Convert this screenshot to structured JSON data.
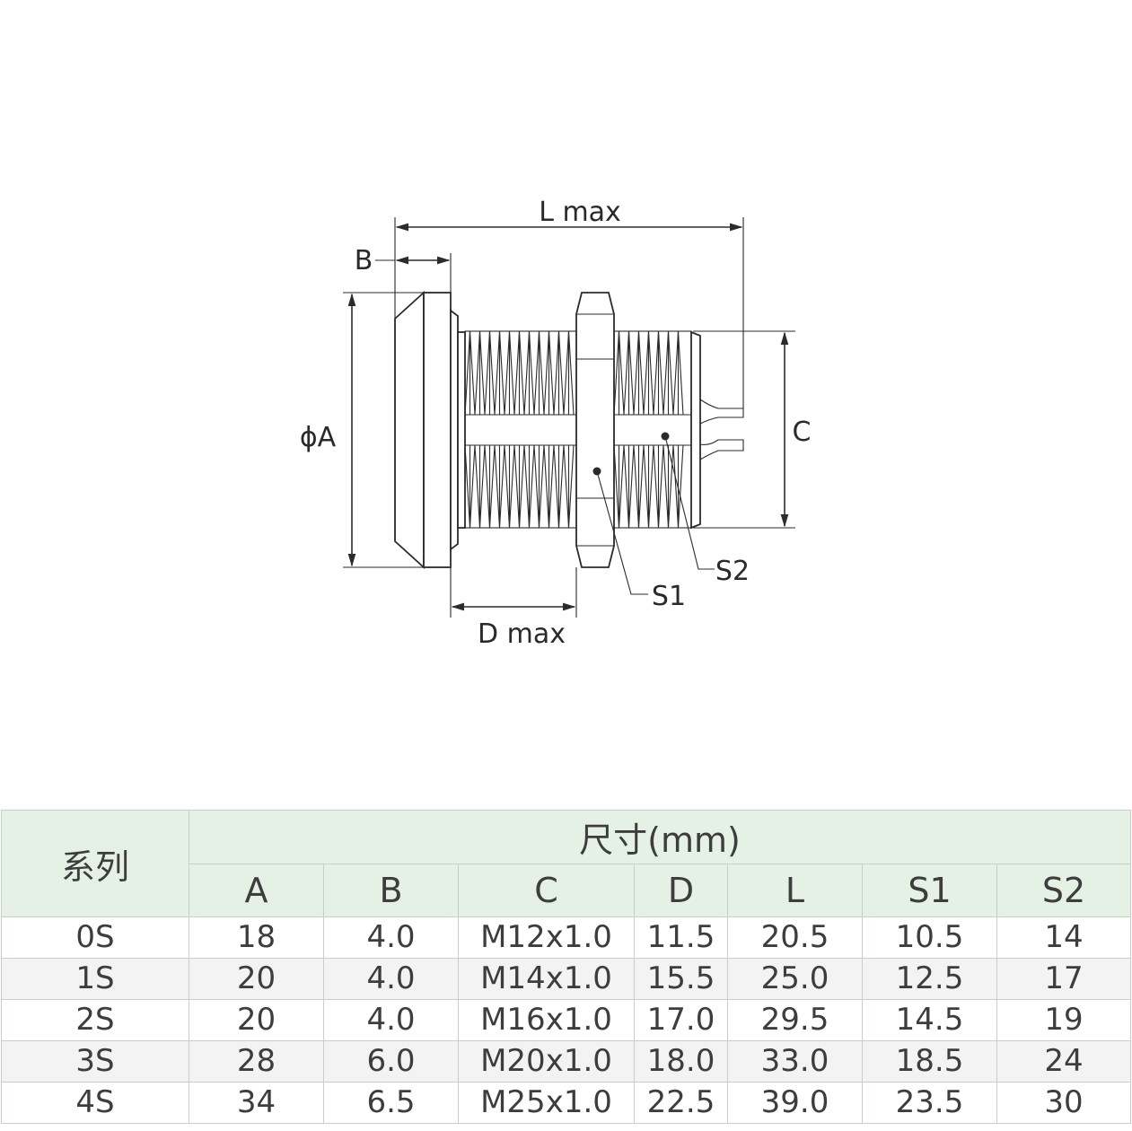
{
  "drawing": {
    "labels": {
      "l_max": "L max",
      "b": "B",
      "phi_a": "ϕA",
      "c": "C",
      "d_max": "D max",
      "s1": "S1",
      "s2": "S2"
    }
  },
  "table": {
    "series_header": "系列",
    "group_header": "尺寸(mm)",
    "columns": [
      "A",
      "B",
      "C",
      "D",
      "L",
      "S1",
      "S2"
    ],
    "rows": [
      {
        "series": "0S",
        "values": [
          "18",
          "4.0",
          "M12x1.0",
          "11.5",
          "20.5",
          "10.5",
          "14"
        ]
      },
      {
        "series": "1S",
        "values": [
          "20",
          "4.0",
          "M14x1.0",
          "15.5",
          "25.0",
          "12.5",
          "17"
        ]
      },
      {
        "series": "2S",
        "values": [
          "20",
          "4.0",
          "M16x1.0",
          "17.0",
          "29.5",
          "14.5",
          "19"
        ]
      },
      {
        "series": "3S",
        "values": [
          "28",
          "6.0",
          "M20x1.0",
          "18.0",
          "33.0",
          "18.5",
          "24"
        ]
      },
      {
        "series": "4S",
        "values": [
          "34",
          "6.5",
          "M25x1.0",
          "22.5",
          "39.0",
          "23.5",
          "30"
        ]
      }
    ]
  },
  "colors": {
    "header_bg": "#e6f1e6",
    "grid": "#c8cfc8",
    "alt_row": "#f3f3f3",
    "line": "#2b2b2b"
  }
}
